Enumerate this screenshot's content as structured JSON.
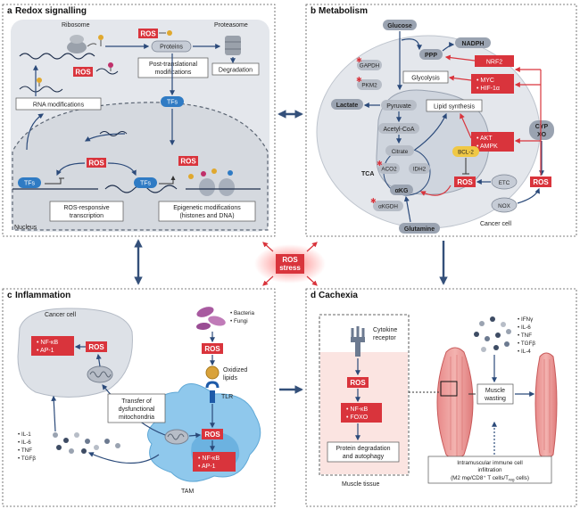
{
  "center": {
    "label_line1": "ROS",
    "label_line2": "stress"
  },
  "panel_a": {
    "letter": "a",
    "title": "Redox signalling",
    "ribosome": "Ribosome",
    "ros": "ROS",
    "proteins": "Proteins",
    "proteasome": "Proteasome",
    "ptm_line1": "Post-translational",
    "ptm_line2": "modifications",
    "degradation": "Degradation",
    "rna_mod": "RNA modifications",
    "tfs": "TFs",
    "ros_resp_line1": "ROS-responsive",
    "ros_resp_line2": "transcription",
    "epi_line1": "Epigenetic modifications",
    "epi_line2": "(histones and DNA)",
    "nucleus": "Nucleus"
  },
  "panel_b": {
    "letter": "b",
    "title": "Metabolism",
    "glucose": "Glucose",
    "nadph": "NADPH",
    "ppp": "PPP",
    "nrf2": "NRF2",
    "gapdh": "GAPDH",
    "pkm2": "PKM2",
    "glycolysis": "Glycolysis",
    "myc": "• MYC",
    "hif": "• HIF-1α",
    "lactate": "Lactate",
    "pyruvate": "Pyruvate",
    "lipid": "Lipid synthesis",
    "acetyl": "Acetyl-CoA",
    "akt": "• AKT",
    "ampk": "• AMPK",
    "cyp_line1": "CYP",
    "cyp_line2": "XO",
    "citrate": "Citrate",
    "bcl2": "BCL-2",
    "tca": "TCA",
    "aco2": "ACO2",
    "idh2": "IDH2",
    "ros": "ROS",
    "etc": "ETC",
    "akg": "αKG",
    "akgdh": "αKGDH",
    "nox": "NOX",
    "cancer_cell": "Cancer cell",
    "glutamine": "Glutamine"
  },
  "panel_c": {
    "letter": "c",
    "title": "Inflammation",
    "cancer_cell": "Cancer cell",
    "nfkb": "• NF-κB",
    "ap1": "• AP-1",
    "ros": "ROS",
    "bacteria": "• Bacteria",
    "fungi": "• Fungi",
    "oxidized_line1": "Oxidized",
    "oxidized_line2": "lipids",
    "tlr": "TLR",
    "transfer_line1": "Transfer of",
    "transfer_line2": "dysfunctional",
    "transfer_line3": "mitochondria",
    "cytokines": [
      "• IL-1",
      "• IL-6",
      "• TNF",
      "• TGFβ"
    ],
    "tam": "TAM"
  },
  "panel_d": {
    "letter": "d",
    "title": "Cachexia",
    "cytokine_line1": "Cytokine",
    "cytokine_line2": "receptor",
    "ros": "ROS",
    "nfkb": "• NF-κB",
    "foxo": "• FOXO",
    "pdeg_line1": "Protein degradation",
    "pdeg_line2": "and autophagy",
    "muscle_tissue": "Muscle tissue",
    "cytokines": [
      "• IFNγ",
      "• IL-6",
      "• TNF",
      "• TGFβ",
      "• IL-4"
    ],
    "wasting_line1": "Muscle",
    "wasting_line2": "wasting",
    "immune_line1": "Intramuscular immune cell",
    "immune_line2": "infiltration",
    "immune_line3": "(M2 mφ/CD8⁺ T cells/T",
    "immune_sub": "reg",
    "immune_tail": " cells)"
  }
}
